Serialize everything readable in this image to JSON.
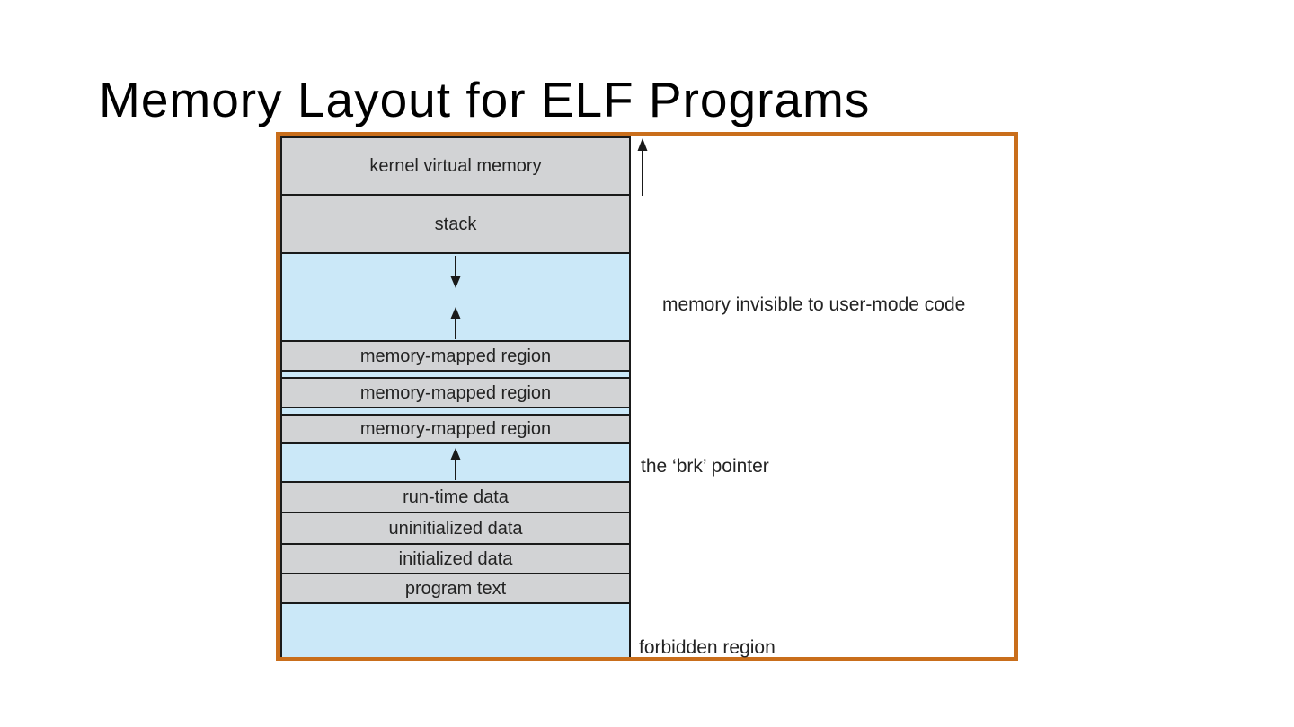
{
  "slide": {
    "title": "Memory Layout for ELF Programs"
  },
  "diagram": {
    "colors": {
      "border": "#c96e1b",
      "region_gray": "#d2d3d5",
      "region_blue": "#cbe8f8",
      "line": "#1a1a1a",
      "text": "#232323"
    },
    "column": {
      "rows": [
        {
          "name": "kernel-virtual-memory-region",
          "label": "kernel virtual memory",
          "type": "gray",
          "height": 64
        },
        {
          "name": "stack-region",
          "label": "stack",
          "type": "gray",
          "height": 65
        },
        {
          "name": "stack-heap-growth-gap",
          "label": "",
          "type": "blue",
          "height": 98,
          "arrows": [
            "down",
            "up"
          ]
        },
        {
          "name": "memory-mapped-region-1",
          "label": "memory-mapped region",
          "type": "gray",
          "height": 33
        },
        {
          "name": "mmap-gap-1",
          "label": "",
          "type": "blue",
          "height": 8
        },
        {
          "name": "memory-mapped-region-2",
          "label": "memory-mapped region",
          "type": "gray",
          "height": 33
        },
        {
          "name": "mmap-gap-2",
          "label": "",
          "type": "blue",
          "height": 8
        },
        {
          "name": "memory-mapped-region-3",
          "label": "memory-mapped region",
          "type": "gray",
          "height": 32
        },
        {
          "name": "brk-growth-gap",
          "label": "",
          "type": "blue",
          "height": 43,
          "arrows": [
            "up"
          ]
        },
        {
          "name": "run-time-data-region",
          "label": "run-time data",
          "type": "gray",
          "height": 34
        },
        {
          "name": "uninitialized-data-region",
          "label": "uninitialized data",
          "type": "gray",
          "height": 35
        },
        {
          "name": "initialized-data-region",
          "label": "initialized data",
          "type": "gray",
          "height": 33
        },
        {
          "name": "program-text-region",
          "label": "program text",
          "type": "gray",
          "height": 33
        },
        {
          "name": "forbidden-region-area",
          "label": "",
          "type": "blue",
          "height": 61
        }
      ]
    },
    "annotations": {
      "invisible": {
        "text": "memory invisible to user-mode code",
        "icon": "up-arrow-icon"
      },
      "brk": {
        "text": "the ‘brk’ pointer"
      },
      "forbidden": {
        "text": "forbidden region"
      }
    }
  }
}
